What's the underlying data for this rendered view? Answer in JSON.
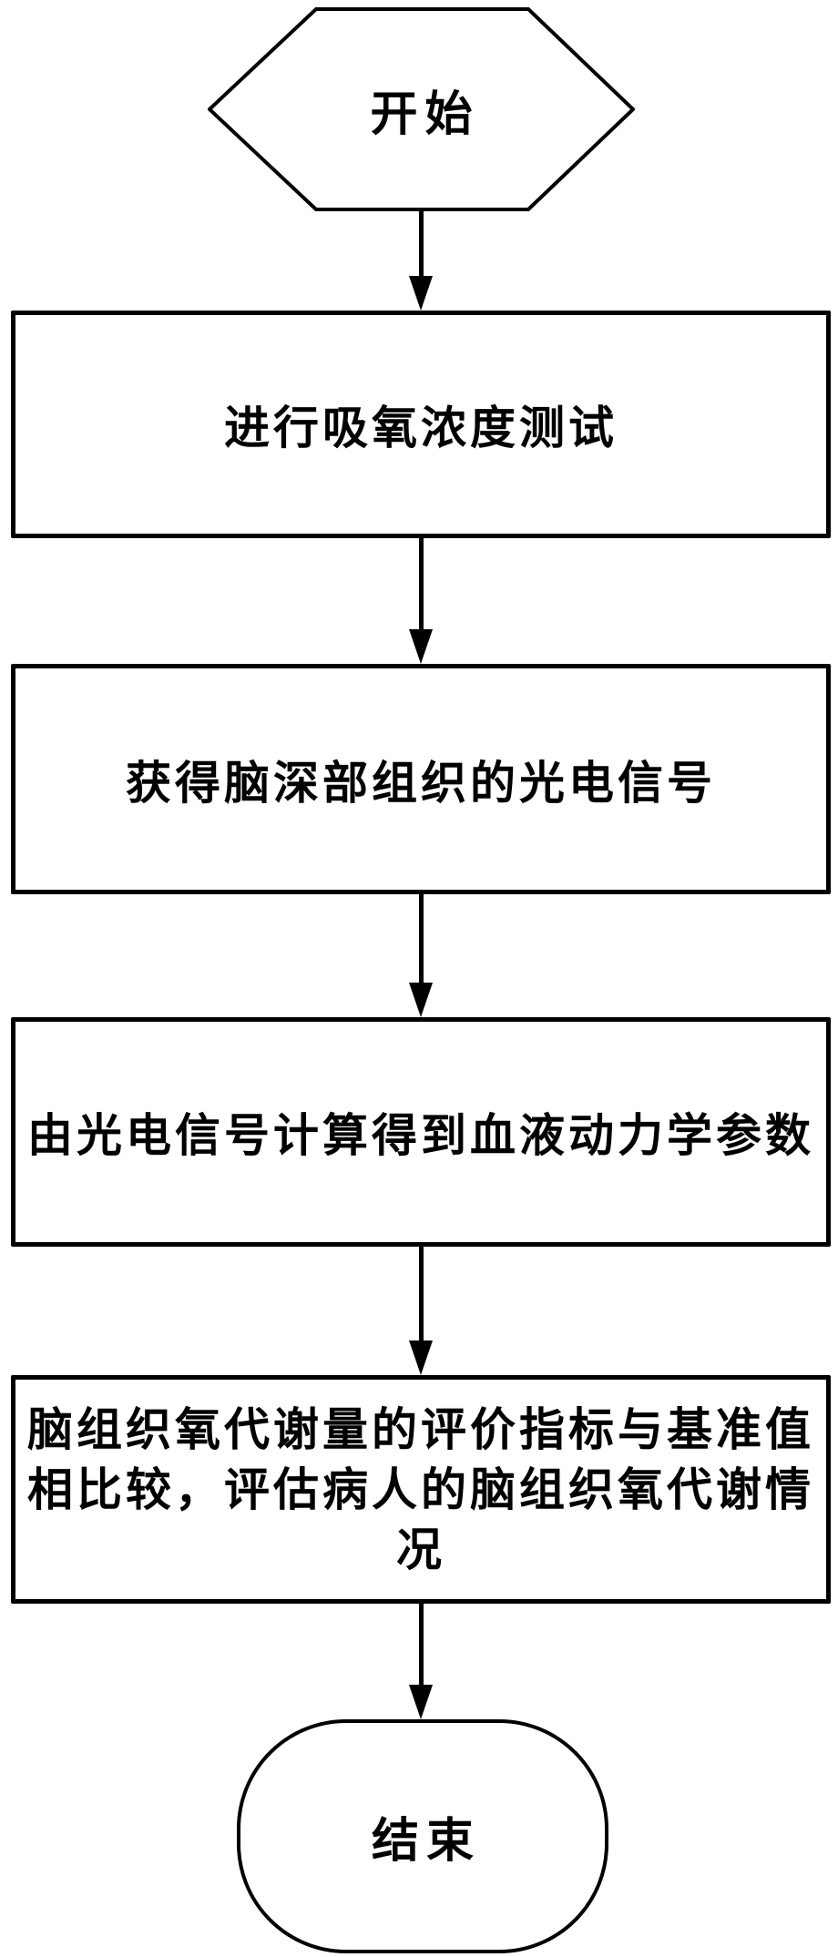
{
  "diagram": {
    "type": "flowchart",
    "direction": "top-down",
    "colors": {
      "background": "#ffffff",
      "stroke": "#000000",
      "text": "#000000"
    },
    "nodes": [
      {
        "id": "start",
        "type": "hexagon-terminal",
        "label": "开始"
      },
      {
        "id": "step-1",
        "type": "process",
        "label": "进行吸氧浓度测试"
      },
      {
        "id": "step-2",
        "type": "process",
        "label": "获得脑深部组织的光电信号"
      },
      {
        "id": "step-3",
        "type": "process",
        "label": "由光电信号计算得到血液动力学参数"
      },
      {
        "id": "step-4",
        "type": "process",
        "label": "脑组织氧代谢量的评价指标与基准值相比较，评估病人的脑组织氧代谢情况"
      },
      {
        "id": "end",
        "type": "rounded-terminal",
        "label": "结束"
      }
    ],
    "connectors": [
      {
        "from": "start",
        "to": "step-1",
        "style": "arrow-down"
      },
      {
        "from": "step-1",
        "to": "step-2",
        "style": "arrow-down"
      },
      {
        "from": "step-2",
        "to": "step-3",
        "style": "arrow-down"
      },
      {
        "from": "step-3",
        "to": "step-4",
        "style": "arrow-down"
      },
      {
        "from": "step-4",
        "to": "end",
        "style": "arrow-down"
      }
    ]
  }
}
